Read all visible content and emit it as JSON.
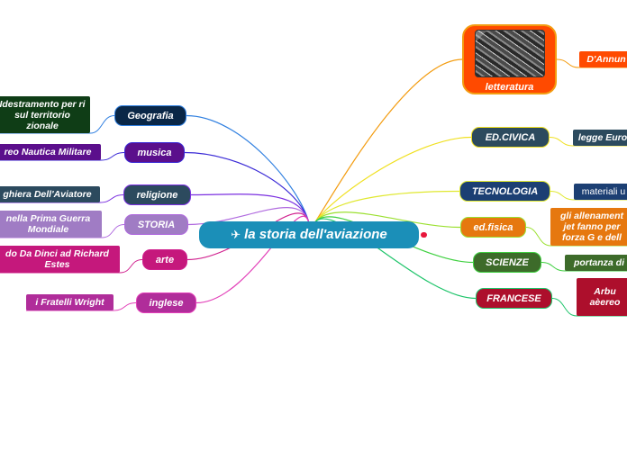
{
  "root": {
    "label": "la storia dell'aviazione",
    "icon": "airplane-pilot-icon",
    "color": "#1b8fb8"
  },
  "left_branches": [
    {
      "label": "Geografia",
      "color": "#0a2747",
      "line_color": "#2f7fe0",
      "leaf": "Idestramento per ri sul territorio zionale",
      "leaf_color": "#0f3d16"
    },
    {
      "label": "musica",
      "color": "#5b0f8c",
      "line_color": "#3a2ad6",
      "leaf": "reo Nautica Militare",
      "leaf_color": "#5b0f8c"
    },
    {
      "label": "religione",
      "color": "#2c4a5e",
      "line_color": "#7a2ee0",
      "leaf": "ghiera Dell'Aviatore",
      "leaf_color": "#2c4a5e"
    },
    {
      "label": "STORIA",
      "color": "#a07cc4",
      "line_color": "#b06adf",
      "leaf": "nella Prima Guerra Mondiale",
      "leaf_color": "#a07cc4"
    },
    {
      "label": "arte",
      "color": "#c5187c",
      "line_color": "#d0208e",
      "leaf": "do Da Dinci ad Richard Estes",
      "leaf_color": "#c5187c"
    },
    {
      "label": "inglese",
      "color": "#b02d9a",
      "line_color": "#e23fb8",
      "leaf": "i Fratelli Wright",
      "leaf_color": "#b02d9a"
    }
  ],
  "right_branches": [
    {
      "label": "letteratura",
      "color": "#ff4a00",
      "line_color": "#f39c10",
      "leaf": "D'Annun",
      "leaf_color": "#ff4a00"
    },
    {
      "label": "ED.CIVICA",
      "color": "#2c4a5e",
      "line_color": "#f0e020",
      "leaf": "legge Euro",
      "leaf_color": "#2c4a5e"
    },
    {
      "label": "TECNOLOGIA",
      "color": "#1c3f73",
      "line_color": "#e0e830",
      "leaf": "materiali u",
      "leaf_color": "#1c3f73"
    },
    {
      "label": "ed.fisica",
      "color": "#e6780f",
      "line_color": "#9be030",
      "leaf": "gli allenament jet fanno per forza G e dell",
      "leaf_color": "#e6780f"
    },
    {
      "label": "SCIENZE",
      "color": "#3d6b2a",
      "line_color": "#3fd040",
      "leaf": "portanza di",
      "leaf_color": "#3d6b2a"
    },
    {
      "label": "FRANCESE",
      "color": "#ad0f2c",
      "line_color": "#1ec46a",
      "leaf": "Arbu aèereo",
      "leaf_color": "#ad0f2c"
    }
  ]
}
